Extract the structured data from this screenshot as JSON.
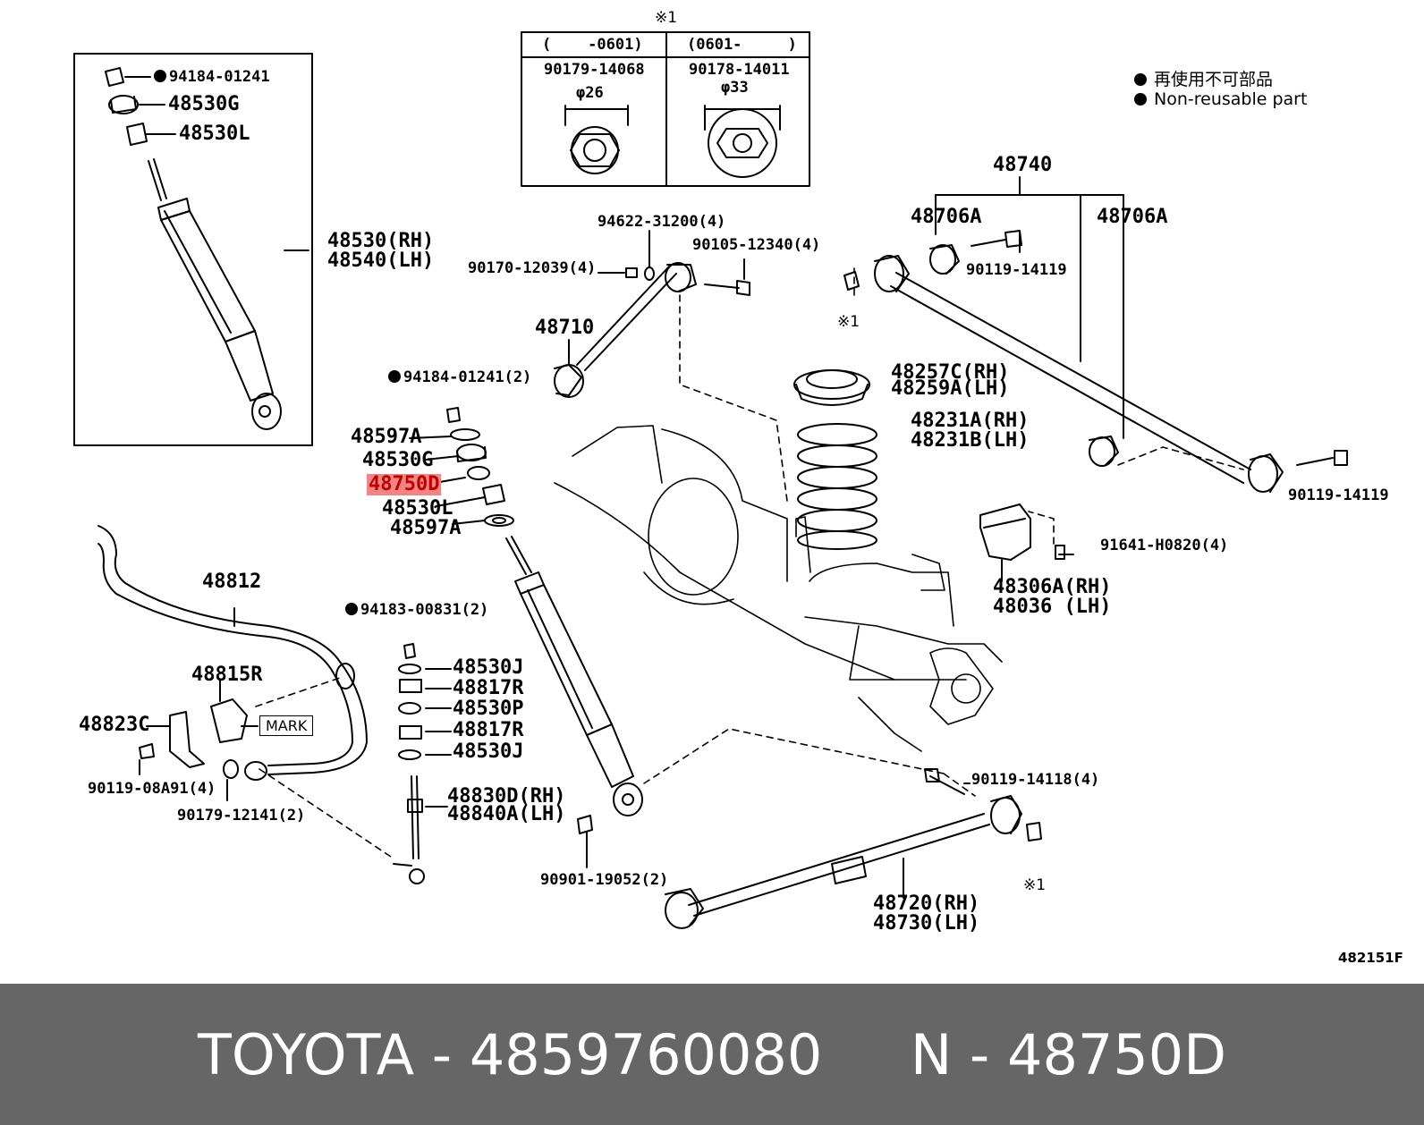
{
  "diagram": {
    "note_symbol": "※1",
    "table": {
      "col1_header": "(    -0601)",
      "col2_header": "(0601-     )",
      "col1_part": "90179-14068",
      "col2_part": "90178-14011",
      "col1_dia": "φ26",
      "col2_dia": "φ33"
    },
    "legend": {
      "line1": "再使用不可部品",
      "line2": "Non-reusable part"
    },
    "labels": {
      "p94184_top": "94184-01241",
      "p48530G_top": "48530G",
      "p48530L_top": "48530L",
      "p48530RH": "48530(RH)",
      "p48540LH": "48540(LH)",
      "p94622": "94622-31200(4)",
      "p90105": "90105-12340(4)",
      "p90170": "90170-12039(4)",
      "p48710": "48710",
      "p48740": "48740",
      "p48706A_l": "48706A",
      "p48706A_r": "48706A",
      "p90119_14119_a": "90119-14119",
      "note1_a": "※1",
      "p94184_mid": "94184-01241(2)",
      "p48597A_a": "48597A",
      "p48530G_mid": "48530G",
      "p48750D": "48750D",
      "p48530L_mid": "48530L",
      "p48597A_b": "48597A",
      "p48257C": "48257C(RH)",
      "p48259A": "48259A(LH)",
      "p48231A": "48231A(RH)",
      "p48231B": "48231B(LH)",
      "p90119_14119_b": "90119-14119",
      "p91641": "91641-H0820(4)",
      "p48306A": "48306A(RH)",
      "p48036": "48036 (LH)",
      "p48812": "48812",
      "p94183": "94183-00831(2)",
      "p48530J_a": "48530J",
      "p48817R_a": "48817R",
      "p48530P": "48530P",
      "p48817R_b": "48817R",
      "p48530J_b": "48530J",
      "p48815R": "48815R",
      "mark": "MARK",
      "p48823C": "48823C",
      "p90119_08A91": "90119-08A91(4)",
      "p90179_12141": "90179-12141(2)",
      "p48830D": "48830D(RH)",
      "p48840A": "48840A(LH)",
      "p90119_14118": "90119-14118(4)",
      "note1_b": "※1",
      "p90901": "90901-19052(2)",
      "p48720": "48720(RH)",
      "p48730": "48730(LH)",
      "ref_code": "482151F"
    }
  },
  "footer": {
    "text": "TOYOTA - 4859760080     N - 48750D"
  },
  "colors": {
    "footer_bg": "#666666",
    "highlight_bg": "#f08585",
    "highlight_text": "#c00000"
  }
}
